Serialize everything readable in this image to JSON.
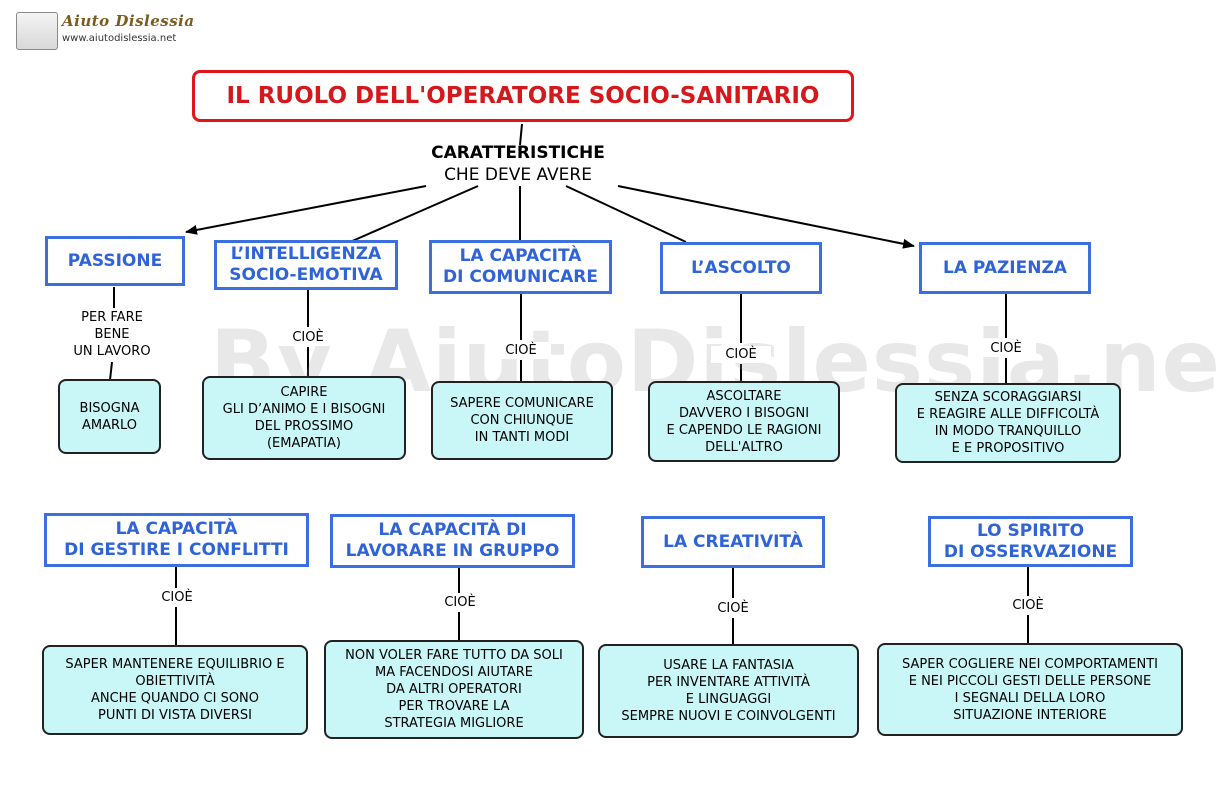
{
  "logo": {
    "title": "Aiuto Dislessia",
    "url": "www.aiutodislessia.net"
  },
  "watermark": "By AiutoDislessia.net",
  "title": "IL RUOLO DELL'OPERATORE SOCIO-SANITARIO",
  "subtitle": {
    "line1": "CARATTERISTICHE",
    "line2": "CHE DEVE AVERE"
  },
  "concepts": [
    {
      "label": "PASSIONE",
      "link": "PER FARE\nBENE\nUN LAVORO",
      "detail": "BISOGNA\nAMARLO"
    },
    {
      "label": "L’INTELLIGENZA\nSOCIO-EMOTIVA",
      "link": "CIOÈ",
      "detail": "CAPIRE\nGLI D’ANIMO E I BISOGNI\nDEL PROSSIMO\n(EMAPATIA)"
    },
    {
      "label": "LA CAPACITÀ\nDI COMUNICARE",
      "link": "CIOÈ",
      "detail": "SAPERE COMUNICARE\nCON CHIUNQUE\nIN TANTI MODI"
    },
    {
      "label": "L’ASCOLTO",
      "link": "CIOÈ",
      "detail": "ASCOLTARE\nDAVVERO I BISOGNI\nE CAPENDO LE RAGIONI\nDELL'ALTRO"
    },
    {
      "label": "LA PAZIENZA",
      "link": "CIOÈ",
      "detail": "SENZA SCORAGGIARSI\nE REAGIRE ALLE DIFFICOLTÀ\nIN MODO TRANQUILLO\nE E PROPOSITIVO"
    },
    {
      "label": "LA CAPACITÀ\nDI GESTIRE I CONFLITTI",
      "link": "CIOÈ",
      "detail": "SAPER MANTENERE EQUILIBRIO E\nOBIETTIVITÀ\nANCHE QUANDO CI SONO\nPUNTI DI VISTA DIVERSI"
    },
    {
      "label": "LA CAPACITÀ DI\nLAVORARE IN GRUPPO",
      "link": "CIOÈ",
      "detail": "NON VOLER FARE TUTTO DA SOLI\nMA FACENDOSI AIUTARE\nDA ALTRI OPERATORI\nPER TROVARE LA\nSTRATEGIA MIGLIORE"
    },
    {
      "label": "LA CREATIVITÀ",
      "link": "CIOÈ",
      "detail": "USARE LA FANTASIA\nPER INVENTARE ATTIVITÀ\nE LINGUAGGI\nSEMPRE NUOVI E COINVOLGENTI"
    },
    {
      "label": "LO SPIRITO\nDI OSSERVAZIONE",
      "link": "CIOÈ",
      "detail": "SAPER COGLIERE NEI COMPORTAMENTI\nE NEI PICCOLI GESTI DELLE PERSONE\nI SEGNALI DELLA LORO\nSITUAZIONE INTERIORE"
    }
  ],
  "colors": {
    "title_border": "#e0141a",
    "concept_border": "#3b6fe0",
    "detail_fill": "#c9f6f6"
  }
}
